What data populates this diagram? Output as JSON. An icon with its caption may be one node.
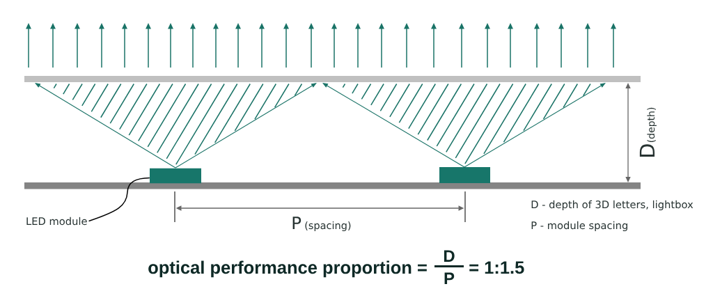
{
  "diagram": {
    "nodes": [
      {
        "text": [
          "LED module"
        ]
      },
      {
        "text": [],
        "shape": "box"
      },
      {
        "text": [],
        "shape": "box"
      }
    ],
    "edges": [
      {
        "from": 0,
        "to": 1,
        "arrow": "none"
      }
    ],
    "labels": [
      "D",
      "(depth)",
      "P",
      "(spacing)",
      "D - depth of 3D letters, lightbox",
      "P - module spacing",
      "optical performance proportion =",
      "D",
      "P",
      "= 1:1.5"
    ]
  }
}
